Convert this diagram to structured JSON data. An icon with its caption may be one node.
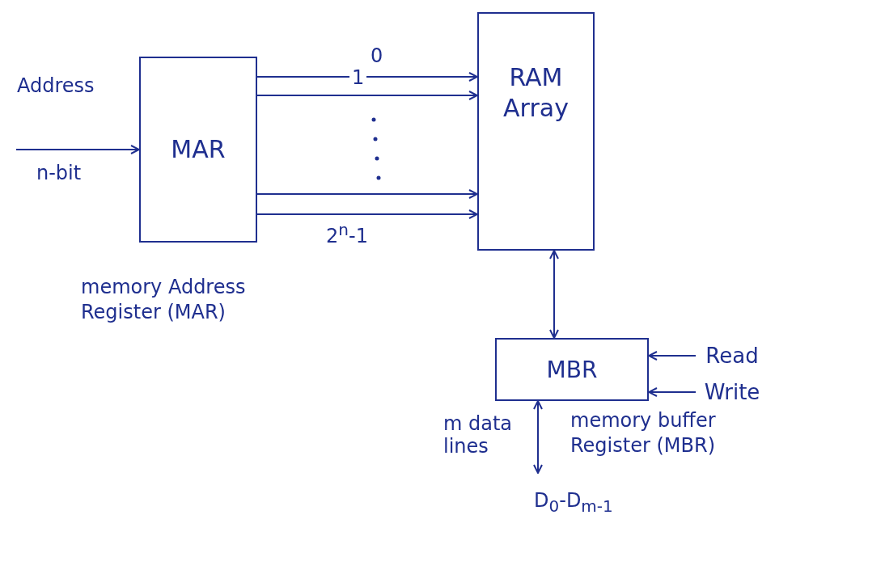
{
  "diagram": {
    "nodes": [
      {
        "text": [
          "MAR"
        ],
        "beside": [
          "memory Address Register (MAR)"
        ]
      },
      {
        "text": [
          "RAM Array"
        ]
      },
      {
        "text": [
          "MBR"
        ],
        "beside": [
          "memory buffer Register (MBR)"
        ]
      },
      {
        "text": [
          "Read"
        ]
      },
      {
        "text": [
          "Write"
        ]
      }
    ],
    "edges": [
      {
        "from": null,
        "to": 0,
        "arrow": "to",
        "label": "Address"
      },
      {
        "from": 0,
        "to": 1,
        "arrow": "to",
        "label": "0"
      },
      {
        "from": 0,
        "to": 1,
        "arrow": "to",
        "label": "1"
      },
      {
        "from": 0,
        "to": 1,
        "arrow": "to"
      },
      {
        "from": 0,
        "to": 1,
        "arrow": "to",
        "label": "2$^{n}$-1"
      },
      {
        "from": 1,
        "to": 2,
        "arrow": "both"
      },
      {
        "from": 3,
        "to": 2,
        "arrow": "to"
      },
      {
        "from": 4,
        "to": 2,
        "arrow": "to"
      },
      {
        "from": 2,
        "to": null,
        "arrow": "both",
        "label": "m data lines"
      }
    ],
    "labels": [
      "n-bit",
      "D$_{0}$-D$_{m-1}$"
    ]
  }
}
